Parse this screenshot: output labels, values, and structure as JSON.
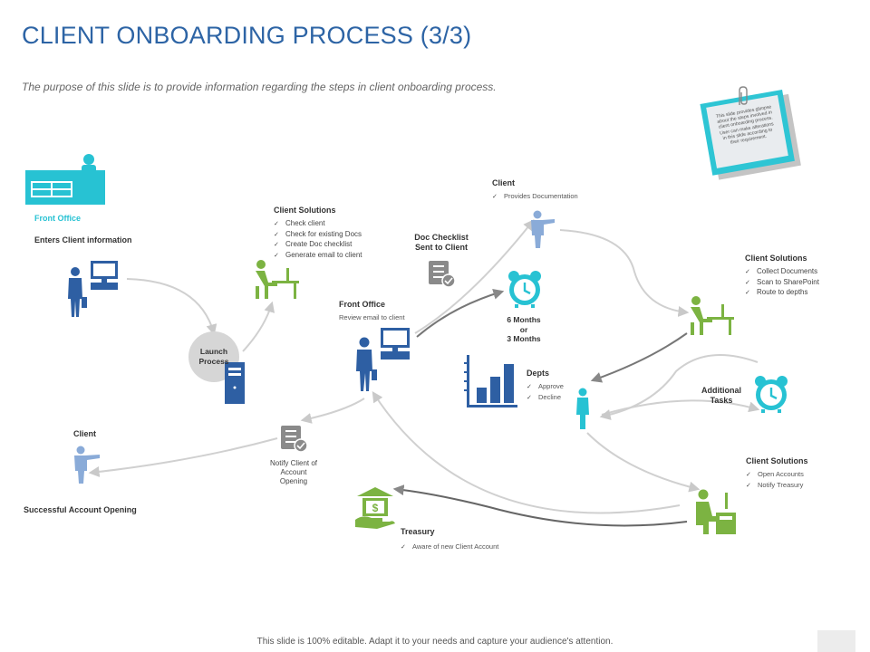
{
  "header": {
    "title": "CLIENT ONBOARDING PROCESS (3/3)",
    "subtitle": "The purpose of this slide is to provide information regarding  the steps in client onboarding process."
  },
  "sticky_note": {
    "text": "This slide provides glimpse about the steps involved in client onboarding process. User can make alterations in this slide according to their requirement."
  },
  "nodes": {
    "front_office_top": {
      "label": "Front Office",
      "subtitle": "Enters Client information"
    },
    "launch": {
      "label_line1": "Launch",
      "label_line2": "Process"
    },
    "client_solutions_1": {
      "title": "Client Solutions",
      "items": [
        "Check client",
        "Check for existing Docs",
        "Create Doc checklist",
        "Generate email to client"
      ]
    },
    "doc_checklist": {
      "line1": "Doc Checklist",
      "line2": "Sent to Client"
    },
    "front_office_mid": {
      "title": "Front Office",
      "subtitle": "Review email to client"
    },
    "client_top": {
      "title": "Client",
      "items": [
        "Provides Documentation"
      ]
    },
    "timer": {
      "line1": "6 Months",
      "line2": "or",
      "line3": "3 Months"
    },
    "depts": {
      "title": "Depts",
      "items": [
        "Approve",
        "Decline"
      ]
    },
    "client_solutions_2": {
      "title": "Client Solutions",
      "items": [
        "Collect Documents",
        "Scan to SharePoint",
        "Route to depths"
      ]
    },
    "additional_tasks": {
      "line1": "Additional",
      "line2": "Tasks"
    },
    "client_solutions_3": {
      "title": "Client Solutions",
      "items": [
        "Open Accounts",
        "Notify Treasury"
      ]
    },
    "treasury": {
      "title": "Treasury",
      "items": [
        "Aware of new Client Account"
      ]
    },
    "notify": {
      "line1": "Notify Client of",
      "line2": "Account",
      "line3": "Opening"
    },
    "client_bottom": {
      "title": "Client",
      "caption": "Successful Account Opening"
    }
  },
  "footer": {
    "text": "This slide is 100% editable. Adapt it to your needs and capture your audience's attention."
  },
  "colors": {
    "title_blue": "#2d64a5",
    "teal": "#27c2d3",
    "green": "#7cb342",
    "navy": "#2e5fa3",
    "light_blue": "#8aabd8",
    "gray_icon": "#8a8a8a"
  }
}
